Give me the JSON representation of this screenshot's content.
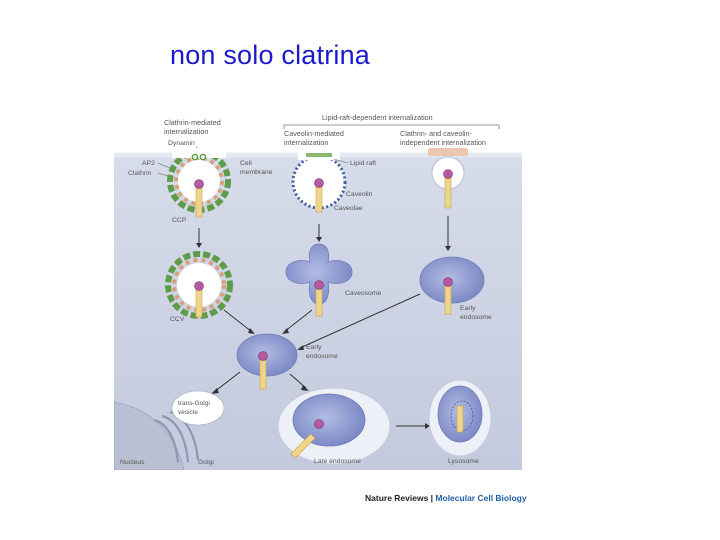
{
  "slide": {
    "title": "non solo clatrina"
  },
  "figure": {
    "labels": {
      "clathrin_mediated": [
        "Clathrin-mediated",
        "internalization"
      ],
      "lipid_raft_dependent": "Lipid-raft-dependent internalization",
      "caveolin_mediated": [
        "Caveolin-mediated",
        "internalization"
      ],
      "independent": [
        "Clathrin- and caveolin-",
        "independent internalization"
      ],
      "dynamin": "Dynamin",
      "ap2": "AP2",
      "clathrin": "Clathrin",
      "cell_membrane": [
        "Cell",
        "membrane"
      ],
      "lipid_raft": "Lipid raft",
      "caveolin": "Caveolin",
      "caveolae": "Caveolae",
      "ccp": "CCP",
      "ccv": "CCV",
      "caveosome": "Caveosome",
      "early_endosome_right": [
        "Early",
        "endosome"
      ],
      "early_endosome_center": [
        "Early",
        "endosome"
      ],
      "trans_golgi": [
        "trans-Golgi",
        "vesicle"
      ],
      "nucleus": "Nucleus",
      "golgi": "Golgi",
      "late_endosome": "Late endosome",
      "lysosome": "Lysosome"
    }
  },
  "credit": {
    "publisher": "Nature Reviews",
    "separator": " | ",
    "journal": "Molecular Cell Biology"
  },
  "colors": {
    "title": "#1a1acc",
    "cytoplasm": "#c8cfe0",
    "vesicle_fill": "#8e9ad0",
    "endosome_outer": "#e9ecf6",
    "receptor": "#f0d48a",
    "ligand": "#b35aa0",
    "clathrin_green": "#5f9c4a",
    "ap2_orange": "#d8a07a",
    "caveolin_blue": "#3f5f9e"
  }
}
